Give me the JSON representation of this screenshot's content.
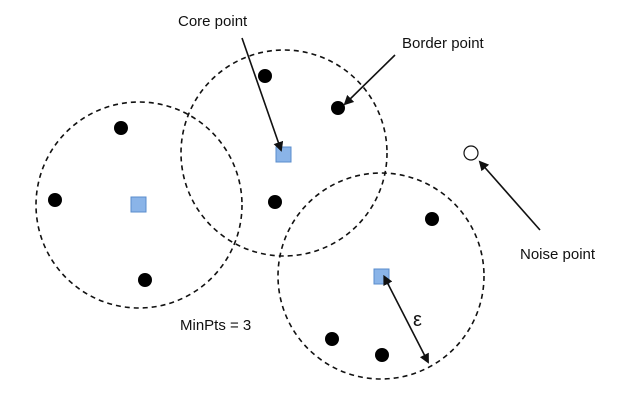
{
  "labels": {
    "core_point": "Core point",
    "border_point": "Border point",
    "noise_point": "Noise point",
    "min_pts": "MinPts = 3",
    "epsilon": "ε"
  },
  "colors": {
    "core_fill": "#8ab4e8",
    "core_stroke": "#5a8ccc",
    "point_fill": "#000000",
    "noise_fill": "#ffffff",
    "circle_stroke": "#111111",
    "arrow_stroke": "#111111"
  }
}
